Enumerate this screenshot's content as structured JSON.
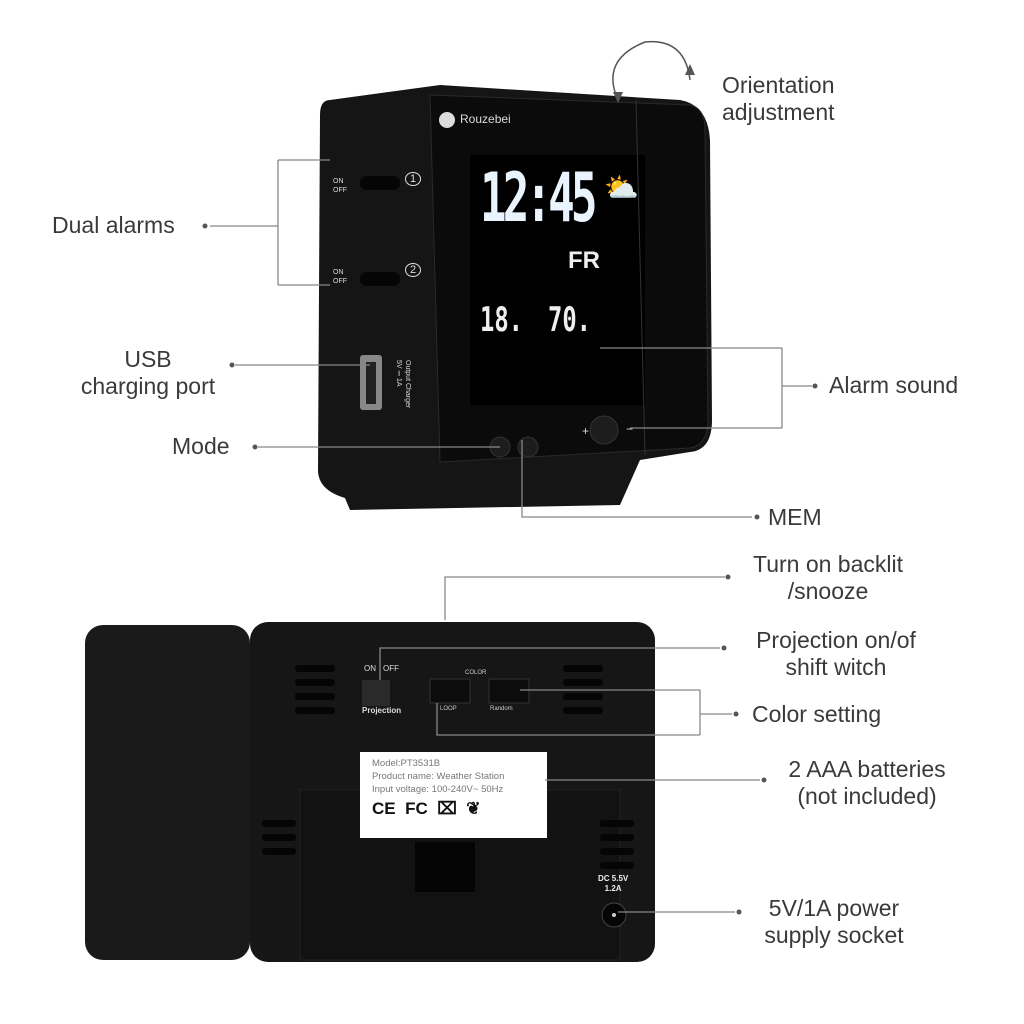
{
  "callouts": {
    "orientation": [
      "Orientation",
      "adjustment"
    ],
    "dual_alarms": "Dual alarms",
    "usb": [
      "USB",
      "charging port"
    ],
    "mode": "Mode",
    "alarm_sound": "Alarm sound",
    "mem": "MEM",
    "backlit": [
      "Turn on backlit",
      "/snooze"
    ],
    "projection": [
      "Projection on/of",
      "shift witch"
    ],
    "color_setting": "Color setting",
    "batteries": [
      "2 AAA batteries",
      "(not included)"
    ],
    "power": [
      "5V/1A power",
      "supply socket"
    ]
  },
  "device_front": {
    "brand": "Rouzebei",
    "time": "12:45",
    "day": "FR",
    "temp_in": "18.",
    "temp_out": "70.",
    "switch_on": "ON",
    "switch_off": "OFF",
    "alarm1": "1",
    "alarm2": "2",
    "usb_label": [
      "Output Charger",
      "5V ⎓ 1A"
    ],
    "plus": "+",
    "minus": "−"
  },
  "device_back": {
    "proj_on": "ON",
    "proj_off": "OFF",
    "proj_label": "Projection",
    "color_label": "COLOR",
    "loop_label": "LOOP",
    "random_label": "Random",
    "label_lines": [
      "Model:PT3531B",
      "Product name: Weather Station",
      "Input voltage: 100-240V~ 50Hz"
    ],
    "marks": [
      "CE",
      "FC"
    ],
    "dc_label": [
      "DC 5.5V",
      "1.2A"
    ]
  }
}
